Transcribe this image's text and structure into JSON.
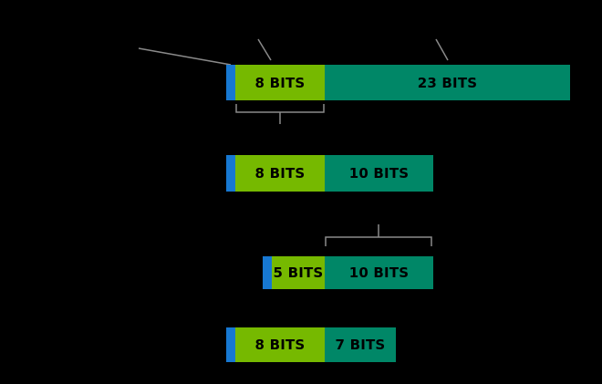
{
  "diagram": {
    "bars": [
      {
        "exponent_label": "8 BITS",
        "mantissa_label": "23 BITS"
      },
      {
        "exponent_label": "8 BITS",
        "mantissa_label": "10 BITS"
      },
      {
        "exponent_label": "5 BITS",
        "mantissa_label": "10 BITS"
      },
      {
        "exponent_label": "8 BITS",
        "mantissa_label": "7 BITS"
      }
    ],
    "colors": {
      "background": "#000000",
      "sign_bit": "#1778d2",
      "exponent": "#76b900",
      "mantissa": "#008767",
      "annotation_line": "#8a8a8a",
      "bar_text": "#000000"
    }
  }
}
